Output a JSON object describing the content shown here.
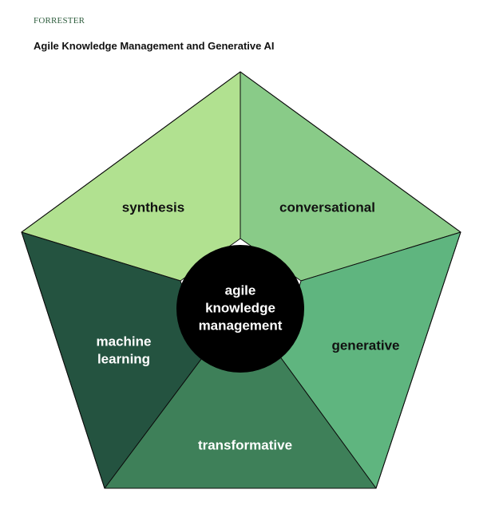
{
  "header": {
    "brand": "FORRESTER",
    "title": "Agile Knowledge Management and Generative AI"
  },
  "diagram": {
    "center": {
      "lines": [
        "agile",
        "knowledge",
        "management"
      ],
      "color": "#000000"
    },
    "segments": [
      {
        "id": "synthesis",
        "lines": [
          "synthesis"
        ],
        "color": "#b1e190",
        "text_color": "#111111"
      },
      {
        "id": "conversational",
        "lines": [
          "conversational"
        ],
        "color": "#89cb88",
        "text_color": "#111111"
      },
      {
        "id": "generative",
        "lines": [
          "generative"
        ],
        "color": "#5fb57f",
        "text_color": "#111111"
      },
      {
        "id": "transformative",
        "lines": [
          "transformative"
        ],
        "color": "#3e8059",
        "text_color": "#ffffff"
      },
      {
        "id": "machine-learning",
        "lines": [
          "machine",
          "learning"
        ],
        "color": "#245340",
        "text_color": "#ffffff"
      }
    ]
  }
}
